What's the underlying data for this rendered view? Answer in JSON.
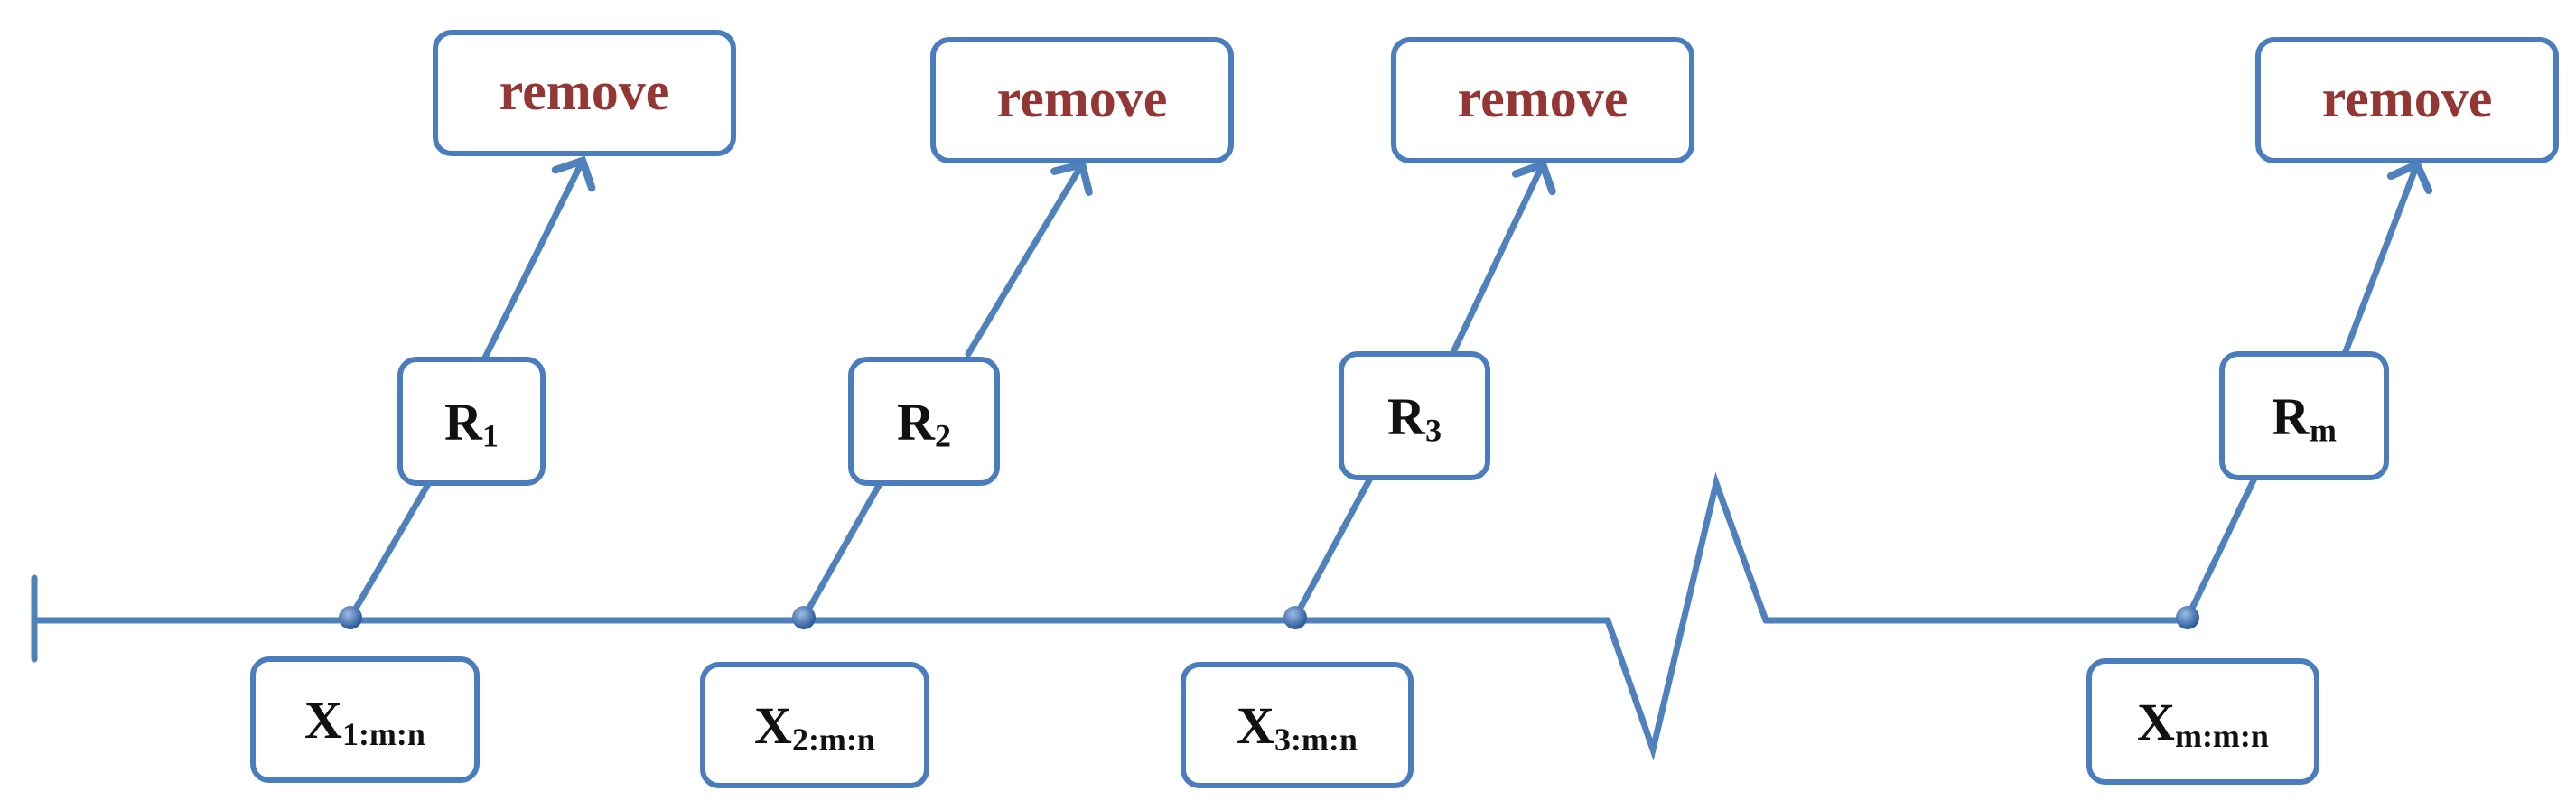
{
  "colors": {
    "line": "#4f81bd",
    "box_border": "#4a7dbd",
    "remove_text": "#943634",
    "label_text": "#111111",
    "node_dot": "#3a6aa8"
  },
  "stages": [
    {
      "id": "1",
      "r_label": {
        "main": "R",
        "sub": "1"
      },
      "x_label": {
        "main": "X",
        "sub": "1:m:n"
      },
      "remove_label": "remove"
    },
    {
      "id": "2",
      "r_label": {
        "main": "R",
        "sub": "2"
      },
      "x_label": {
        "main": "X",
        "sub": "2:m:n"
      },
      "remove_label": "remove"
    },
    {
      "id": "3",
      "r_label": {
        "main": "R",
        "sub": "3"
      },
      "x_label": {
        "main": "X",
        "sub": "3:m:n"
      },
      "remove_label": "remove"
    },
    {
      "id": "m",
      "r_label": {
        "main": "R",
        "sub": "m"
      },
      "x_label": {
        "main": "X",
        "sub": "m:m:n"
      },
      "remove_label": "remove"
    }
  ],
  "timeline": {
    "has_start_bar": true,
    "has_break_symbol": true,
    "node_shape": "dot"
  }
}
